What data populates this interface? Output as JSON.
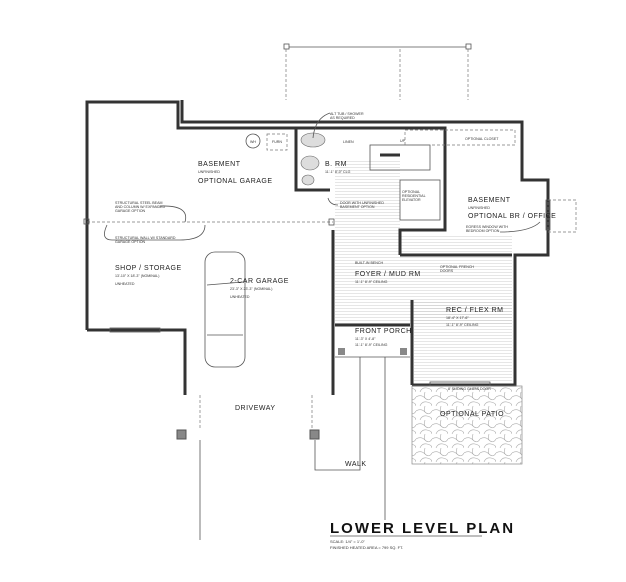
{
  "plan": {
    "title": "LOWER LEVEL PLAN",
    "scale": "SCALE: 1/4\" = 1'-0\"",
    "area": "FINISHED HEATED AREA = 799 SQ. FT."
  },
  "rooms": {
    "basement_garage": {
      "name": "BASEMENT",
      "sub": "UNFINISHED",
      "option": "OPTIONAL GARAGE"
    },
    "wh": "WH",
    "furn": "FURN",
    "shop": {
      "name": "SHOP / STORAGE",
      "dims": "13'-10\" X 18'-3\" (NOMINAL)",
      "sub": "UNHEATED"
    },
    "garage": {
      "name": "2-CAR GARAGE",
      "dims": "23'-3\" X 23'-3\" (NOMINAL)",
      "sub": "UNHEATED"
    },
    "bath": {
      "name": "B. RM",
      "dims": "11'-1\" 8'-0\" CLG"
    },
    "linen": "LINEN",
    "elevator": "OPTIONAL RESIDENTIAL ELEVATOR",
    "closet": "OPTIONAL CLOSET",
    "basement_br": {
      "name": "BASEMENT",
      "sub": "UNFINISHED",
      "option": "OPTIONAL BR / OFFICE"
    },
    "foyer": {
      "name": "FOYER / MUD RM",
      "dims": "11'-1\" 8'-9\" CEILING"
    },
    "rec": {
      "name": "REC / FLEX RM",
      "dims": "18'-4\" X 17'-6\"",
      "clg": "11'-1\" 8'-9\" CEILING"
    },
    "porch": {
      "name": "FRONT PORCH",
      "dims": "11'-3\" X 4'-8\"",
      "clg": "11'-1\" 8'-9\" CEILING"
    },
    "patio": "OPTIONAL PATIO",
    "driveway": "DRIVEWAY",
    "walk": "WALK"
  },
  "notes": {
    "tub": [
      "ALT TUB / SHOWER",
      "AS REQUIRED"
    ],
    "beam": [
      "STRUCTURAL STEEL BEAM",
      "AND COLUMN W/ EXPANDED",
      "GARAGE OPTION"
    ],
    "wall": [
      "STRUCTURAL WALL W/ STANDARD",
      "GARAGE OPTION"
    ],
    "door": [
      "DOOR WITH UNFINISHED",
      "BASEMENT OPTION"
    ],
    "egress": [
      "EGRESS WINDOW WITH",
      "BEDROOM OPTION"
    ],
    "bench": "BUILT-IN BENCH",
    "french": [
      "OPTIONAL FRENCH",
      "DOORS"
    ],
    "slider": "8' SLIDING GLASS DOOR",
    "up": "UP"
  }
}
